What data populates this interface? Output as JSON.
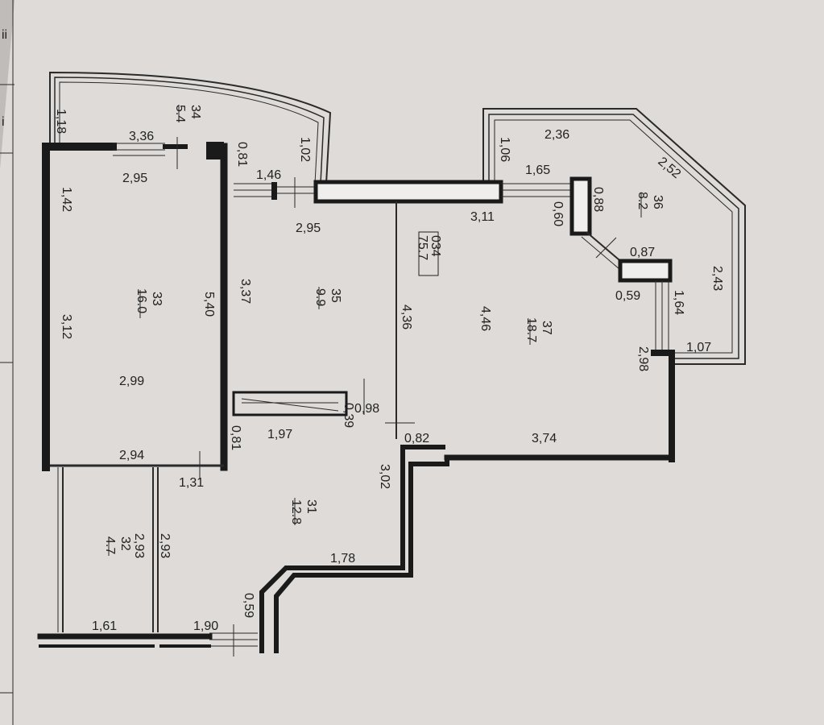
{
  "margin_text": [
    "ii",
    "i"
  ],
  "area_box": {
    "code": "034",
    "area": "75.7"
  },
  "rooms": [
    {
      "number": "31",
      "area": "12.8"
    },
    {
      "number": "32",
      "area": "4.7"
    },
    {
      "number": "33",
      "area": "16.0"
    },
    {
      "number": "34",
      "area": "5.4"
    },
    {
      "number": "35",
      "area": "9.9"
    },
    {
      "number": "36",
      "area": "8.2"
    },
    {
      "number": "37",
      "area": "18.7"
    }
  ],
  "dimensions": {
    "d1_18": "1,18",
    "d3_36": "3,36",
    "d2_95_a": "2,95",
    "d0_81_a": "0,81",
    "d1_46": "1,46",
    "d1_02": "1,02",
    "d1_42": "1,42",
    "d2_95_b": "2,95",
    "d3_11": "3,11",
    "d1_06": "1,06",
    "d2_36": "2,36",
    "d1_65": "1,65",
    "d2_52": "2,52",
    "d0_88": "0,88",
    "d0_60": "0,60",
    "d0_87": "0,87",
    "d5_40": "5,40",
    "d3_37": "3,37",
    "d3_12": "3,12",
    "d2_99": "2,99",
    "d4_36": "4,36",
    "d4_46": "4,46",
    "d0_59_a": "0,59",
    "d1_64": "1,64",
    "d2_43": "2,43",
    "d1_07": "1,07",
    "d2_98": "2,98",
    "d0_98": "0,98",
    "d0_39": "0,39",
    "d1_97": "1,97",
    "d0_81_b": "0,81",
    "d0_82": "0,82",
    "d3_74": "3,74",
    "d2_94": "2,94",
    "d1_31": "1,31",
    "d3_02": "3,02",
    "d2_93": "2,93",
    "d2_83": "2,93",
    "d1_78": "1,78",
    "d0_59_b": "0,59",
    "d1_61": "1,61",
    "d1_90": "1,90"
  }
}
